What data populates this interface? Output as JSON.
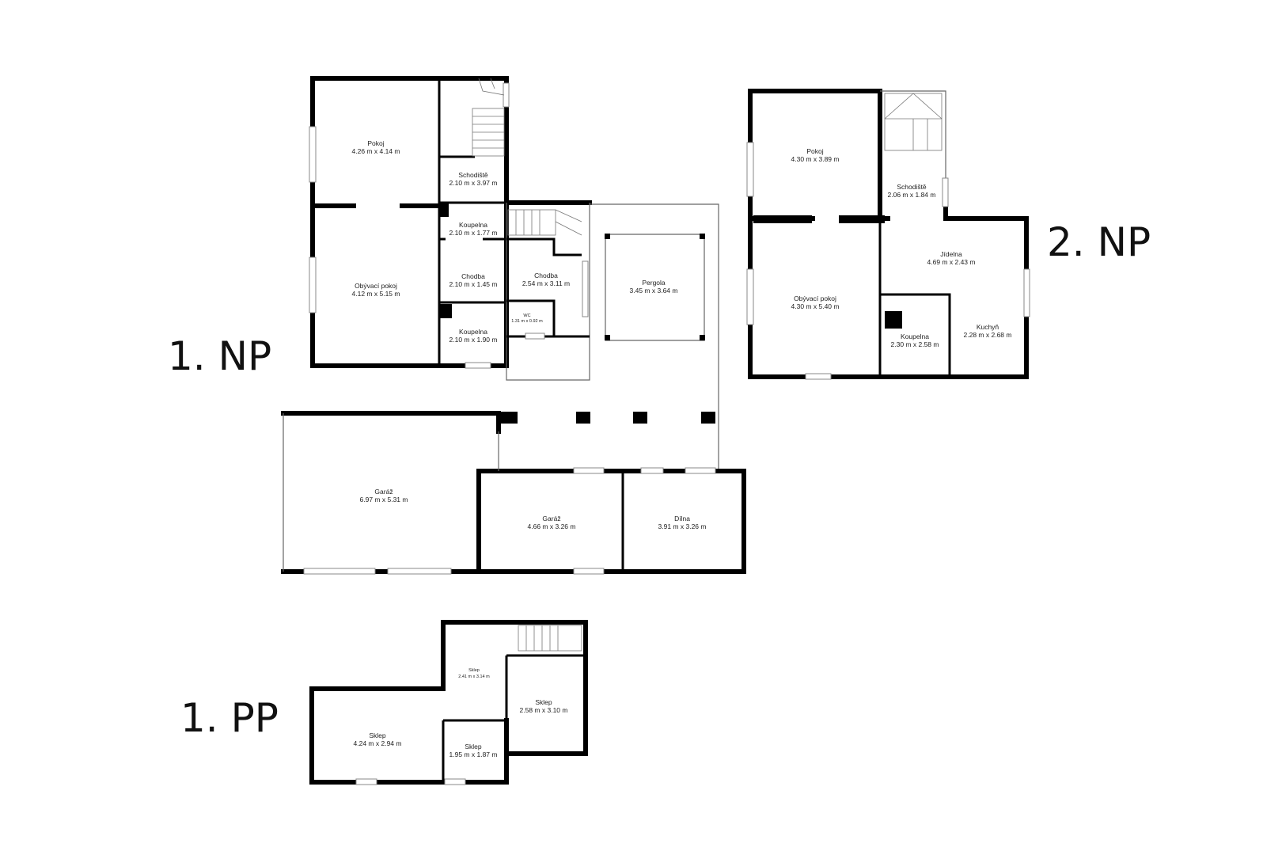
{
  "floors": [
    {
      "id": "np1",
      "label": "1. NP"
    },
    {
      "id": "np2",
      "label": "2. NP"
    },
    {
      "id": "pp1",
      "label": "1. PP"
    }
  ],
  "rooms": [
    {
      "floor": "np1",
      "name": "Pokoj",
      "dims": "4.26 m x 4.14 m"
    },
    {
      "floor": "np1",
      "name": "Schodiště",
      "dims": "2.10 m x 3.97 m"
    },
    {
      "floor": "np1",
      "name": "Koupelna",
      "dims": "2.10 m x 1.77 m"
    },
    {
      "floor": "np1",
      "name": "Obývací pokoj",
      "dims": "4.12 m x 5.15 m"
    },
    {
      "floor": "np1",
      "name": "Chodba",
      "dims": "2.10 m x 1.45 m"
    },
    {
      "floor": "np1",
      "name": "Chodba",
      "dims": "2.54 m x 3.11 m"
    },
    {
      "floor": "np1",
      "name": "WC",
      "dims": "1.31 m x 0.92 m"
    },
    {
      "floor": "np1",
      "name": "Koupelna",
      "dims": "2.10 m x 1.90 m"
    },
    {
      "floor": "np1",
      "name": "Pergola",
      "dims": "3.45 m x 3.64 m"
    },
    {
      "floor": "np1",
      "name": "Garáž",
      "dims": "6.97 m x 5.31 m"
    },
    {
      "floor": "np1",
      "name": "Garáž",
      "dims": "4.66 m x 3.26 m"
    },
    {
      "floor": "np1",
      "name": "Dílna",
      "dims": "3.91 m x 3.26 m"
    },
    {
      "floor": "np2",
      "name": "Pokoj",
      "dims": "4.30 m x 3.89 m"
    },
    {
      "floor": "np2",
      "name": "Schodiště",
      "dims": "2.06 m x 1.84 m"
    },
    {
      "floor": "np2",
      "name": "Jídelna",
      "dims": "4.69 m x 2.43 m"
    },
    {
      "floor": "np2",
      "name": "Obývací pokoj",
      "dims": "4.30 m x 5.40 m"
    },
    {
      "floor": "np2",
      "name": "Koupelna",
      "dims": "2.30 m x 2.58 m"
    },
    {
      "floor": "np2",
      "name": "Kuchyň",
      "dims": "2.28 m x 2.68 m"
    },
    {
      "floor": "pp1",
      "name": "Sklep",
      "dims": "2.41 m x 3.14 m"
    },
    {
      "floor": "pp1",
      "name": "Sklep",
      "dims": "2.58 m x 3.10 m"
    },
    {
      "floor": "pp1",
      "name": "Sklep",
      "dims": "4.24 m x 2.94 m"
    },
    {
      "floor": "pp1",
      "name": "Sklep",
      "dims": "1.95 m x 1.87 m"
    }
  ]
}
